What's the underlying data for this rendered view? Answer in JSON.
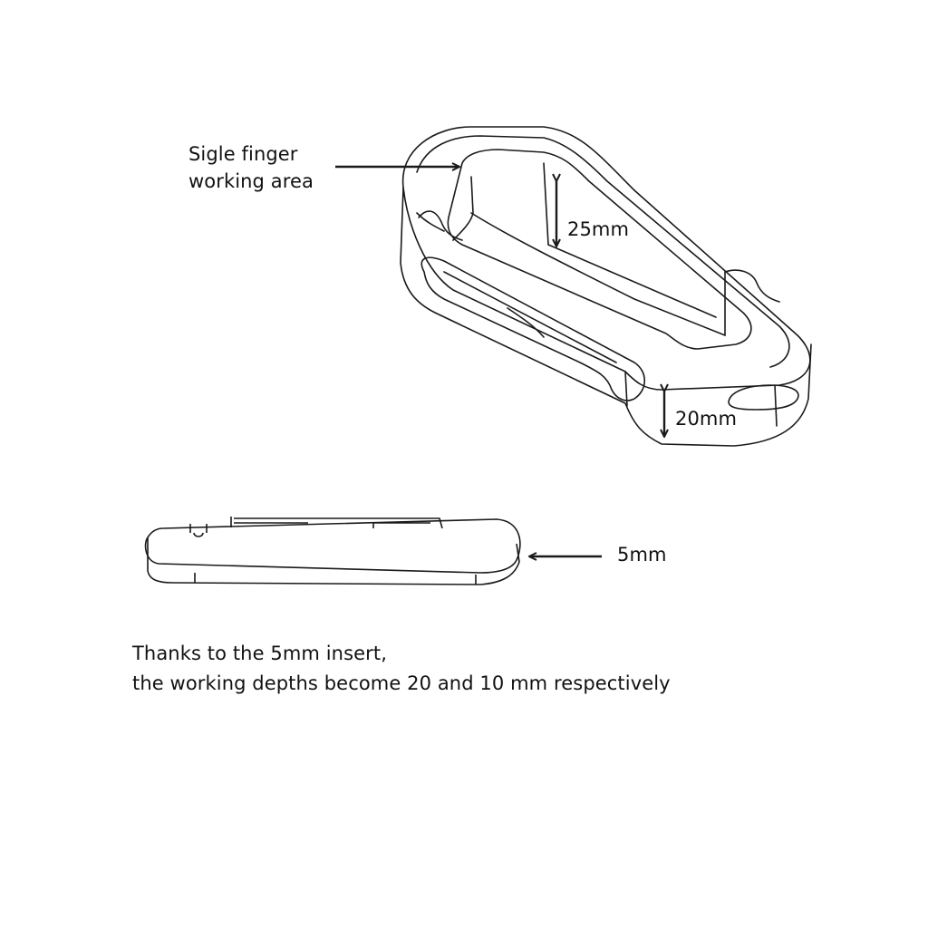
{
  "labels": {
    "finger_area_line1": "Sigle finger",
    "finger_area_line2": "working area",
    "dim_inner_depth": "25mm",
    "dim_base_height": "20mm",
    "dim_insert": "5mm"
  },
  "caption": {
    "line1": "Thanks to the 5mm insert,",
    "line2": "the working depths become 20 and 10 mm respectively"
  },
  "colors": {
    "line": "#1a1a1a",
    "background": "#ffffff"
  }
}
